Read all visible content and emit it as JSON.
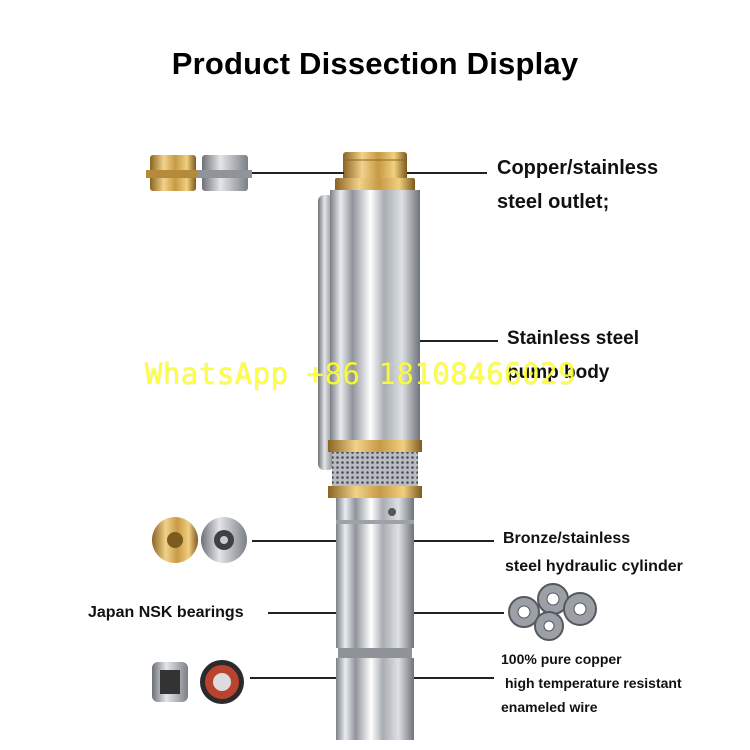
{
  "title": "Product Dissection Display",
  "labels": {
    "outlet_line1": "Copper/stainless",
    "outlet_line2": "steel outlet;",
    "body_line1": "Stainless steel",
    "body_line2": "pump body",
    "cylinder_line1": "Bronze/stainless",
    "cylinder_line2": "steel hydraulic cylinder",
    "bearings": "Japan NSK bearings",
    "wire_line1": "100% pure copper",
    "wire_line2": "high temperature resistant",
    "wire_line3": "enameled wire"
  },
  "watermark": "WhatsApp +86 18108466029",
  "colors": {
    "brass": "#c9a04a",
    "steel": "#c8ccd1",
    "text": "#111111",
    "watermark": "#ffff33"
  }
}
